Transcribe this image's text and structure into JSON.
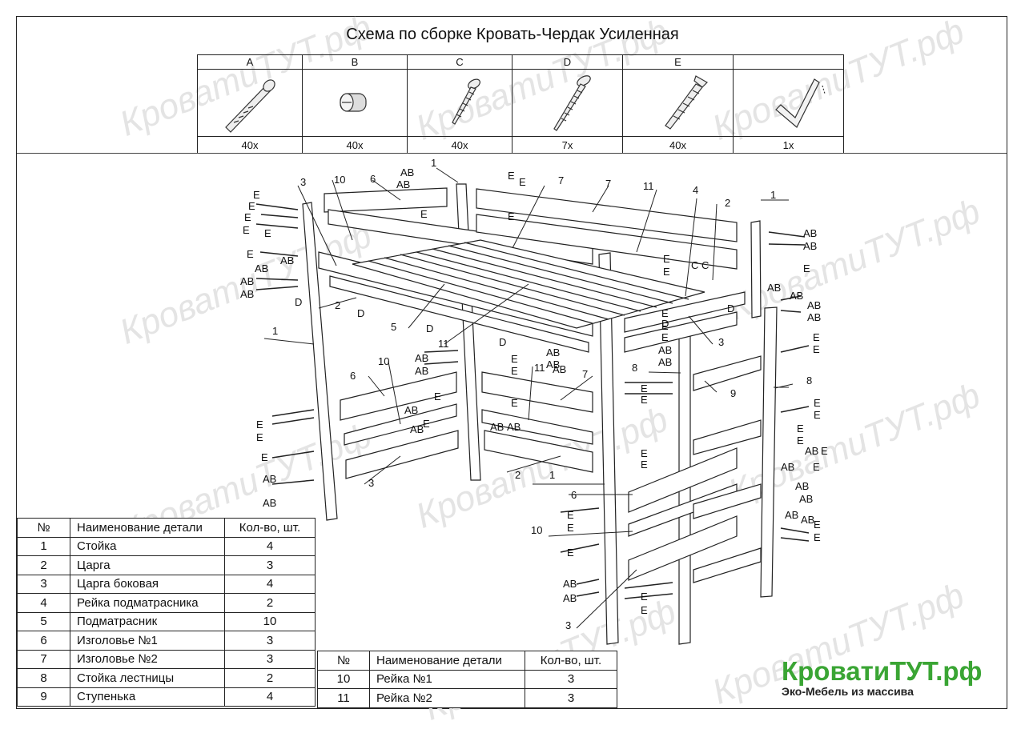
{
  "title": "Схема по сборке Кровать-Чердак Усиленная",
  "hardware": [
    {
      "letter": "A",
      "qty": "40x",
      "icon": "hex-bolt-icon"
    },
    {
      "letter": "B",
      "qty": "40x",
      "icon": "barrel-nut-icon"
    },
    {
      "letter": "C",
      "qty": "40x",
      "icon": "wood-screw-icon"
    },
    {
      "letter": "D",
      "qty": "7x",
      "icon": "long-screw-icon"
    },
    {
      "letter": "E",
      "qty": "40x",
      "icon": "dowel-screw-icon"
    },
    {
      "letter": "",
      "qty": "1x",
      "icon": "hex-key-icon"
    }
  ],
  "parts_table_1": {
    "headers": [
      "№",
      "Наименование детали",
      "Кол-во, шт."
    ],
    "rows": [
      [
        "1",
        "Стойка",
        "4"
      ],
      [
        "2",
        "Царга",
        "3"
      ],
      [
        "3",
        "Царга боковая",
        "4"
      ],
      [
        "4",
        "Рейка подматрасника",
        "2"
      ],
      [
        "5",
        "Подматрасник",
        "10"
      ],
      [
        "6",
        "Изголовье №1",
        "3"
      ],
      [
        "7",
        "Изголовье №2",
        "3"
      ],
      [
        "8",
        "Стойка лестницы",
        "2"
      ],
      [
        "9",
        "Ступенька",
        "4"
      ]
    ]
  },
  "parts_table_2": {
    "headers": [
      "№",
      "Наименование детали",
      "Кол-во, шт."
    ],
    "rows": [
      [
        "10",
        "Рейка №1",
        "3"
      ],
      [
        "11",
        "Рейка №2",
        "3"
      ]
    ]
  },
  "callouts": [
    "1",
    "1",
    "1",
    "1",
    "2",
    "2",
    "2",
    "3",
    "3",
    "3",
    "3",
    "4",
    "5",
    "6",
    "6",
    "6",
    "7",
    "7",
    "7",
    "8",
    "8",
    "9",
    "10",
    "10",
    "10",
    "11",
    "11",
    "11"
  ],
  "hardware_labels": [
    "AB",
    "E",
    "D",
    "C"
  ],
  "watermark": "КроватиТУТ.рф",
  "logo": {
    "name": "КроватиТУТ.рф",
    "tagline": "Эко-Мебель из массива",
    "color": "#3aa534"
  }
}
